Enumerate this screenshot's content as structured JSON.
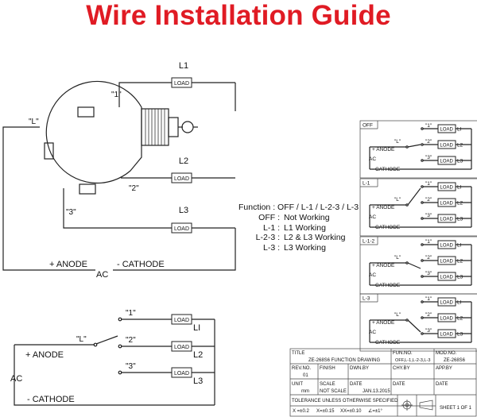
{
  "title": "Wire Installation Guide",
  "load": "LOAD",
  "main": {
    "l1": "L1",
    "l2": "L2",
    "l3": "L3",
    "q1": "\"1\"",
    "q2": "\"2\"",
    "q3": "\"3\"",
    "ql": "\"L\"",
    "anode": "+ ANODE",
    "ac": "AC",
    "cathode": "- CATHODE"
  },
  "function": {
    "heading": "Function : OFF / L-1 / L-2-3 / L-3",
    "rows": [
      {
        "code": "OFF :",
        "desc": "Not Working"
      },
      {
        "code": "L-1 :",
        "desc": "L1 Working"
      },
      {
        "code": "L-2-3 :",
        "desc": "L2 & L3 Working"
      },
      {
        "code": "L-3 :",
        "desc": "L3 Working"
      }
    ]
  },
  "bottom": {
    "q1": "\"1\"",
    "q2": "\"2\"",
    "q3": "\"3\"",
    "ql": "\"L\"",
    "out1": "LI",
    "out2": "L2",
    "out3": "L3",
    "anode": "+ ANODE",
    "ac": "AC",
    "cathode": "- CATHODE"
  },
  "states": [
    {
      "label": "OFF"
    },
    {
      "label": "L-1"
    },
    {
      "label": "L-1-2"
    },
    {
      "label": "L-3"
    }
  ],
  "state_text": {
    "q1": "\"1\"",
    "q2": "\"2\"",
    "q3": "\"3\"",
    "ql": "\"L\"",
    "out1": "LI",
    "out2": "L2",
    "out3": "L3",
    "anode": "+ ANODE",
    "ac": "AC",
    "cathode": "- CATHODE"
  },
  "title_block": {
    "title_label": "TITLE",
    "title_value": "ZE-268S6 FUNCTION DRAWING",
    "fun_no_label": "FUN.NO.",
    "fun_no_value": "OFF,L-1,L-2-3,L-3",
    "mod_no_label": "MOD.NO.",
    "mod_no_value": "ZE-268S6",
    "rev_no_label": "REV.NO.",
    "rev_no_value": "01",
    "finish_label": "FINISH",
    "dwn_by_label": "DWN.BY",
    "chy_by_label": "CHY.BY",
    "app_by_label": "APP.BY",
    "unit_label": "UNIT",
    "unit_value": "mm",
    "scale_label": "SCALE",
    "scale_value": "NOT SCALE",
    "date_label": "DATE",
    "date_value": "JAN.13.2015",
    "date2_label": "DATE",
    "date3_label": "DATE",
    "tolerance_label": "TOLERANCE UNLESS OTHERWISE SPECIFIED",
    "tol_x": "X =±0.2",
    "tol_xx": "X=±0.15",
    "tol_xxx": "XX=±0.10",
    "tol_angle": "∠=±1°",
    "sheet": "SHEET 1 OF 1"
  }
}
